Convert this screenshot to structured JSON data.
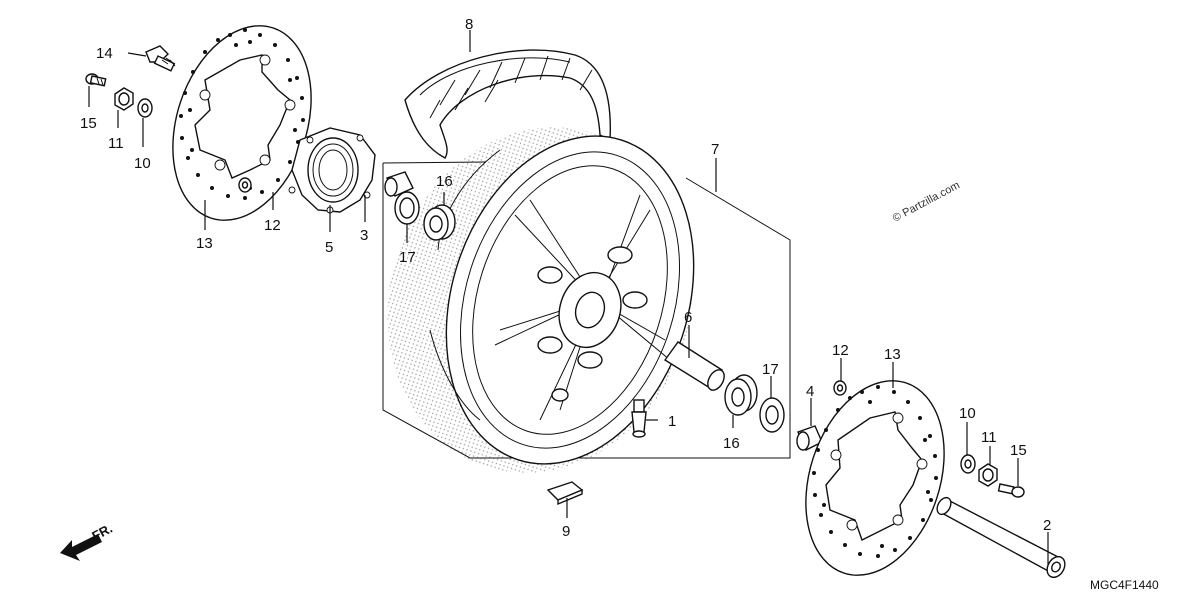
{
  "diagram": {
    "diagram_code": "MGC4F1440",
    "watermark": "© Partzilla.com",
    "direction_label": "FR.",
    "callouts": {
      "c1": "1",
      "c2": "2",
      "c3": "3",
      "c4": "4",
      "c5": "5",
      "c6": "6",
      "c7": "7",
      "c8": "8",
      "c9": "9",
      "c10a": "10",
      "c10b": "10",
      "c11a": "11",
      "c11b": "11",
      "c12a": "12",
      "c12b": "12",
      "c13a": "13",
      "c13b": "13",
      "c14": "14",
      "c15a": "15",
      "c15b": "15",
      "c16a": "16",
      "c16b": "16",
      "c17a": "17",
      "c17b": "17"
    }
  }
}
